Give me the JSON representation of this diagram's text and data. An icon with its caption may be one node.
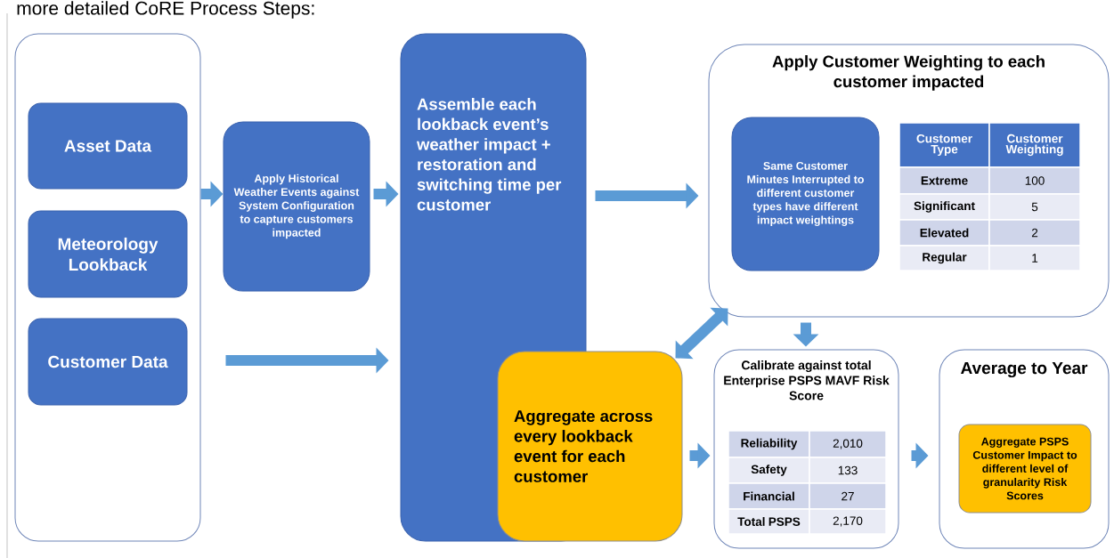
{
  "diagram": {
    "title": "more detailed CoRE Process Steps:",
    "nodes": [
      {
        "text": [],
        "shape": "box"
      },
      {
        "text": [
          "Asset Data"
        ],
        "in": 0
      },
      {
        "text": [
          "Meteorology Lookback"
        ],
        "in": 0
      },
      {
        "text": [
          "Customer Data"
        ],
        "in": 0
      },
      {
        "text": [
          "Apply Historical Weather Events against System Configuration to capture customers impacted"
        ]
      },
      {
        "text": [
          "Assemble each lookback event’s weather impact + restoration and switching time per customer"
        ]
      },
      {
        "text": [
          "Apply Customer Weighting to each customer impacted"
        ]
      },
      {
        "text": [
          "Same Customer Minutes Interrupted to different customer types have different impact weightings"
        ],
        "in": 6
      },
      {
        "text": [
          "Aggregate across every lookback event for each customer"
        ]
      },
      {
        "text": [
          "Calibrate against total Enterprise PSPS MAVF Risk Score"
        ]
      },
      {
        "text": [
          "Average to Year"
        ]
      },
      {
        "text": [
          "Aggregate PSPS Customer Impact to different level of granularity Risk Scores"
        ],
        "in": 10
      }
    ],
    "edges": [
      {
        "from": 0,
        "to": 4,
        "arrow": "to"
      },
      {
        "from": 4,
        "to": 5,
        "arrow": "to"
      },
      {
        "from": 0,
        "to": 5,
        "arrow": "to"
      },
      {
        "from": 5,
        "to": 6,
        "arrow": "to"
      },
      {
        "from": 8,
        "to": 6,
        "arrow": "both"
      },
      {
        "from": 6,
        "to": 9,
        "arrow": "to"
      },
      {
        "from": 8,
        "to": 9,
        "arrow": "to"
      },
      {
        "from": 9,
        "to": 10,
        "arrow": "to"
      }
    ],
    "labels": [
      "Customer Type",
      "Customer Weighting",
      "Extreme",
      "100",
      "Significant",
      "5",
      "Elevated",
      "2",
      "Regular",
      "1",
      "Reliability",
      "2,010",
      "Safety",
      "133",
      "Financial",
      "27",
      "Total PSPS",
      "2,170"
    ]
  }
}
